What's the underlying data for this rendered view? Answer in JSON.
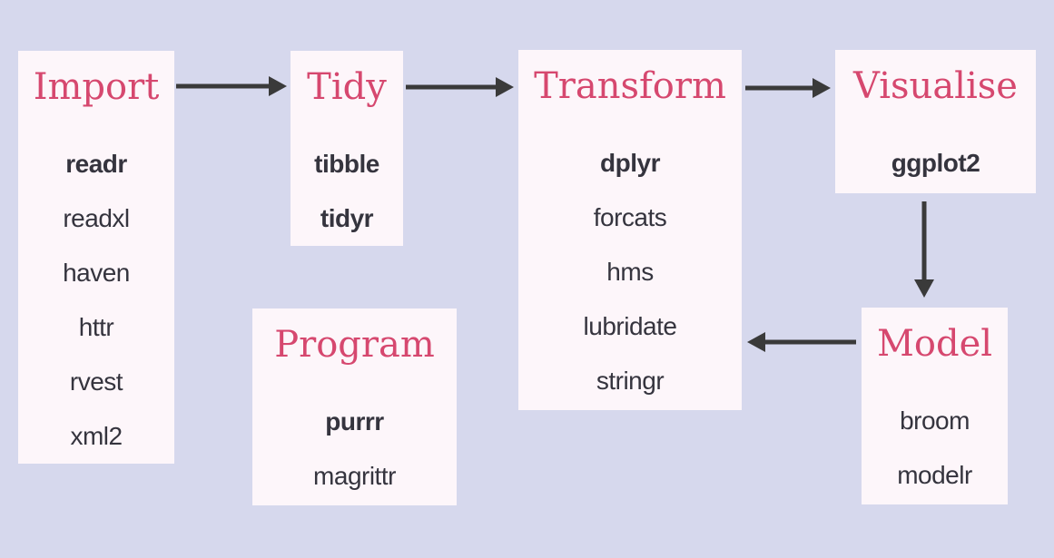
{
  "colors": {
    "background": "#d6d8ed",
    "box_fill": "#fdf6fa",
    "title": "#d6486f",
    "package_text": "#35343e",
    "arrow": "#3a3a3a"
  },
  "boxes": [
    {
      "id": "import",
      "label": "Import",
      "packages": [
        {
          "name": "readr",
          "bold": true
        },
        {
          "name": "readxl",
          "bold": false
        },
        {
          "name": "haven",
          "bold": false
        },
        {
          "name": "httr",
          "bold": false
        },
        {
          "name": "rvest",
          "bold": false
        },
        {
          "name": "xml2",
          "bold": false
        }
      ]
    },
    {
      "id": "tidy",
      "label": "Tidy",
      "packages": [
        {
          "name": "tibble",
          "bold": true
        },
        {
          "name": "tidyr",
          "bold": true
        }
      ]
    },
    {
      "id": "transform",
      "label": "Transform",
      "packages": [
        {
          "name": "dplyr",
          "bold": true
        },
        {
          "name": "forcats",
          "bold": false
        },
        {
          "name": "hms",
          "bold": false
        },
        {
          "name": "lubridate",
          "bold": false
        },
        {
          "name": "stringr",
          "bold": false
        }
      ]
    },
    {
      "id": "visualise",
      "label": "Visualise",
      "packages": [
        {
          "name": "ggplot2",
          "bold": true
        }
      ]
    },
    {
      "id": "model",
      "label": "Model",
      "packages": [
        {
          "name": "broom",
          "bold": false
        },
        {
          "name": "modelr",
          "bold": false
        }
      ]
    },
    {
      "id": "program",
      "label": "Program",
      "packages": [
        {
          "name": "purrr",
          "bold": true
        },
        {
          "name": "magrittr",
          "bold": false
        }
      ]
    }
  ],
  "flow": [
    {
      "from": "Import",
      "to": "Tidy"
    },
    {
      "from": "Tidy",
      "to": "Transform"
    },
    {
      "from": "Transform",
      "to": "Visualise"
    },
    {
      "from": "Visualise",
      "to": "Model"
    },
    {
      "from": "Model",
      "to": "Transform"
    }
  ]
}
